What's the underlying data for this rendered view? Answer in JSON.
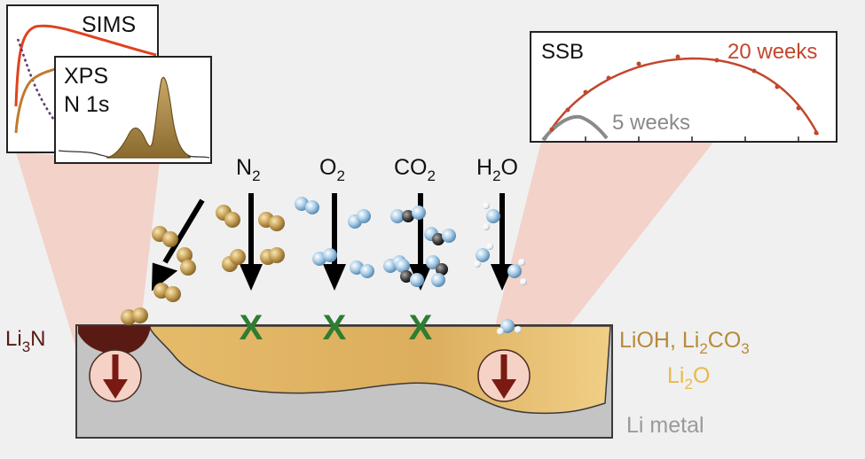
{
  "inset_sims": {
    "title": "SIMS"
  },
  "inset_xps": {
    "line1": "XPS",
    "line2": "N 1s"
  },
  "inset_ssb": {
    "title": "SSB",
    "label_20": "20 weeks",
    "label_5": "5 weeks"
  },
  "gases": [
    {
      "base": "N",
      "sub": "2"
    },
    {
      "base": "O",
      "sub": "2"
    },
    {
      "base": "CO",
      "sub": "2"
    },
    {
      "base": "H",
      "sub": "2",
      "tail": "O"
    }
  ],
  "labels": {
    "li3n": {
      "a": "Li",
      "b": "3",
      "c": "N"
    },
    "lioh": {
      "a": "LiOH, Li",
      "b": "2",
      "c": "CO",
      "d": "3"
    },
    "li2o": {
      "a": "Li",
      "b": "2",
      "c": "O"
    },
    "limetal": "Li metal"
  },
  "blocked_marks": [
    "X",
    "X",
    "X"
  ],
  "colors": {
    "nitride": "#5a1a14",
    "carbonate": "#d9b063",
    "oxide": "#ecc97a",
    "metal": "#c7c7c7",
    "sims_red": "#e0421e",
    "sims_brown": "#c07b2e",
    "sims_purple": "#5a3a6a",
    "ssb_line": "#c2472e",
    "ssb_grey": "#8a8a8a",
    "x_green": "#2e7d32",
    "arrow_dark": "#7a1a12"
  }
}
